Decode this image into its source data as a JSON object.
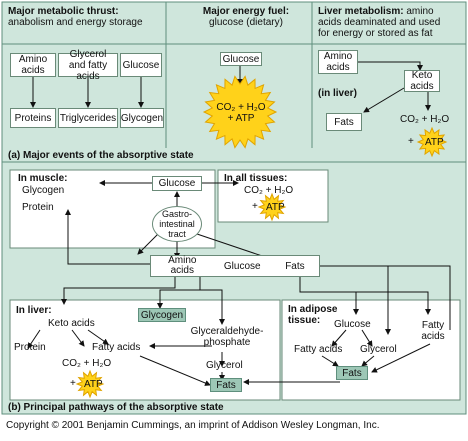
{
  "top": {
    "col1": {
      "title": "Major metabolic thrust:",
      "subtitle": "anabolism and energy storage",
      "inputs": [
        "Amino acids",
        "Glycerol and fatty acids",
        "Glucose"
      ],
      "outputs": [
        "Proteins",
        "Triglycerides",
        "Glycogen"
      ]
    },
    "col2": {
      "title": "Major energy fuel:",
      "subtitle": "glucose (dietary)",
      "glucose": "Glucose",
      "sun_line1": "CO₂ + H₂O",
      "sun_line2": "+ ATP"
    },
    "col3": {
      "title": "Liver metabolism:",
      "subtitle_1": "amino",
      "subtitle_2": "acids deaminated and used",
      "subtitle_3": "for energy or stored as fat",
      "amino": "Amino acids",
      "keto": "Keto acids",
      "in_liver": "(in liver)",
      "fats": "Fats",
      "co2": "CO₂ + H₂O",
      "plus": "+",
      "atp": "ATP"
    },
    "caption": "(a) Major events of the absorptive state"
  },
  "bottom": {
    "muscle": {
      "title": "In muscle:",
      "glycogen": "Glycogen",
      "protein": "Protein"
    },
    "glucose": "Glucose",
    "all_tissues": {
      "title": "In all tissues:",
      "co2": "CO₂ + H₂O",
      "plus": "+",
      "atp": "ATP"
    },
    "gi_tract": "Gastro-intestinal tract",
    "absorbed": {
      "amino": "Amino acids",
      "glucose": "Glucose",
      "fats": "Fats"
    },
    "liver": {
      "title": "In liver:",
      "keto": "Keto acids",
      "protein": "Protein",
      "glycogen": "Glycogen",
      "g3p": "Glyceraldehyde-phosphate",
      "fatty_acids": "Fatty acids",
      "co2": "CO₂ + H₂O",
      "plus": "+",
      "atp": "ATP",
      "glycerol": "Glycerol",
      "fats": "Fats"
    },
    "adipose": {
      "title": "In adipose tissue:",
      "glucose": "Glucose",
      "fatty_acids_in": "Fatty acids",
      "fatty_acids": "Fatty acids",
      "glycerol": "Glycerol",
      "fats": "Fats"
    },
    "caption": "(b) Principal pathways of the absorptive state"
  },
  "copyright": "Copyright © 2001 Benjamin Cummings, an imprint of Addison Wesley Longman, Inc.",
  "colors": {
    "panel": "#cfe6dc",
    "teal": "#9dc7b6",
    "sun": "#ffd21a",
    "border": "#5f8f7d"
  }
}
